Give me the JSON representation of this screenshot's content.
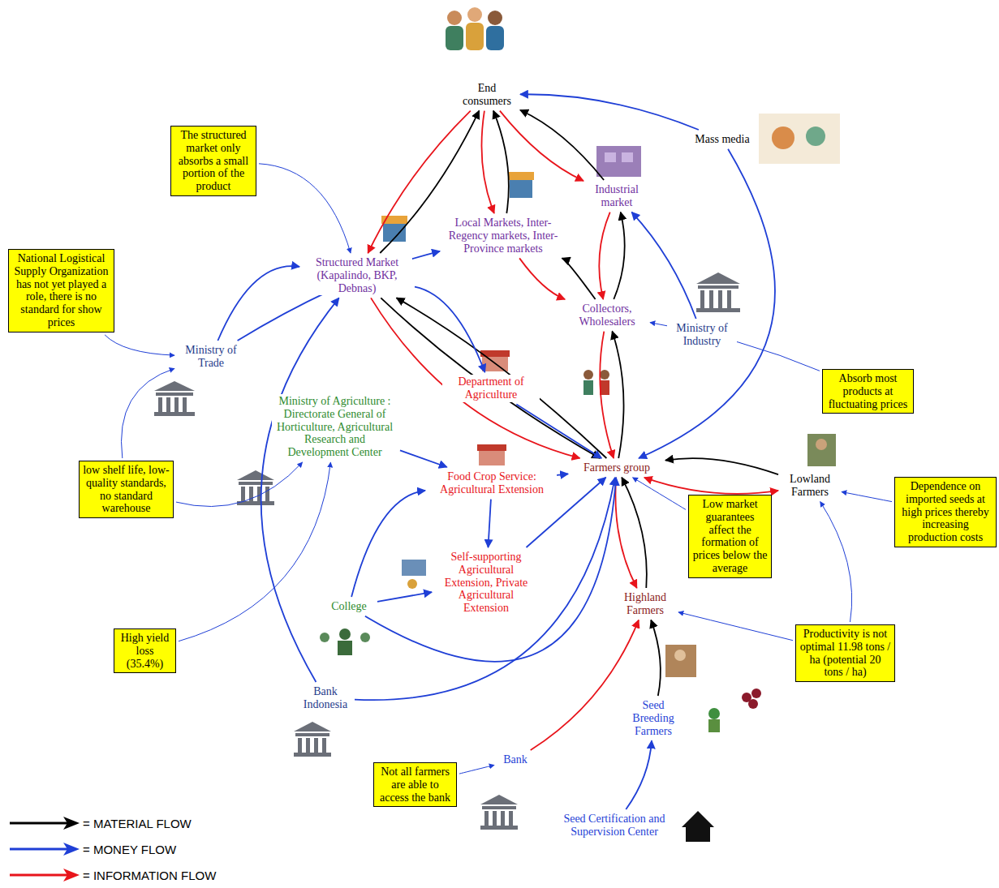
{
  "diagram": {
    "nodes": [
      {
        "text": [
          "End consumers"
        ]
      },
      {
        "text": [
          "Mass media"
        ]
      },
      {
        "text": [
          "Industrial market"
        ]
      },
      {
        "text": [
          "Structured Market (Kapalindo, BKP, Debnas)"
        ]
      },
      {
        "text": [
          "Local Markets, Inter-Regency markets, Inter-Province markets"
        ]
      },
      {
        "text": [
          "Collectors, Wholesalers"
        ]
      },
      {
        "text": [
          "Ministry of Industry"
        ]
      },
      {
        "text": [
          "Ministry of Trade"
        ]
      },
      {
        "text": [
          "Department of Agriculture"
        ]
      },
      {
        "text": [
          "Ministry of Agriculture : Directorate General of Horticulture, Agricultural Research and Development Center"
        ]
      },
      {
        "text": [
          "Food Crop Service: Agricultural Extension"
        ]
      },
      {
        "text": [
          "Farmers group"
        ]
      },
      {
        "text": [
          "Lowland Farmers"
        ]
      },
      {
        "text": [
          "Self-supporting Agricultural Extension, Private Agricultural Extension"
        ]
      },
      {
        "text": [
          "College"
        ]
      },
      {
        "text": [
          "Highland Farmers"
        ]
      },
      {
        "text": [
          "Bank Indonesia"
        ]
      },
      {
        "text": [
          "Seed Breeding Farmers"
        ]
      },
      {
        "text": [
          "Bank"
        ]
      },
      {
        "text": [
          "Seed Certification and Supervision Center"
        ]
      },
      {
        "text": [
          "The structured market only absorbs a small portion of the product"
        ]
      },
      {
        "text": [
          "National Logistical Supply Organization has not yet played a role, there is no standard for show prices"
        ]
      },
      {
        "text": [
          "Absorb most products at fluctuating prices"
        ]
      },
      {
        "text": [
          "low shelf life, low-quality standards, no standard warehouse"
        ]
      },
      {
        "text": [
          "Dependence on imported seeds at high prices thereby increasing production costs"
        ]
      },
      {
        "text": [
          "Low market guarantees affect the formation of prices below the average"
        ]
      },
      {
        "text": [
          "High yield loss (35.4%)"
        ]
      },
      {
        "text": [
          "Productivity is not optimal 11.98 tons / ha (potential 20 tons / ha)"
        ]
      },
      {
        "text": [
          "Not all farmers are able to access the bank"
        ]
      }
    ],
    "edges": [
      {
        "from": 3,
        "to": 0,
        "arrow": "to"
      },
      {
        "from": 0,
        "to": 3,
        "arrow": "to"
      },
      {
        "from": 4,
        "to": 0,
        "arrow": "to"
      },
      {
        "from": 0,
        "to": 4,
        "arrow": "to"
      },
      {
        "from": 2,
        "to": 0,
        "arrow": "to"
      },
      {
        "from": 0,
        "to": 2,
        "arrow": "to"
      },
      {
        "from": 5,
        "to": 4,
        "arrow": "to"
      },
      {
        "from": 4,
        "to": 5,
        "arrow": "to"
      },
      {
        "from": 5,
        "to": 2,
        "arrow": "to"
      },
      {
        "from": 2,
        "to": 5,
        "arrow": "to"
      },
      {
        "from": 11,
        "to": 5,
        "arrow": "to"
      },
      {
        "from": 5,
        "to": 11,
        "arrow": "to"
      },
      {
        "from": 11,
        "to": 3,
        "arrow": "to"
      },
      {
        "from": 3,
        "to": 11,
        "arrow": "to"
      },
      {
        "from": 3,
        "to": 11,
        "arrow": "to"
      },
      {
        "from": 12,
        "to": 11,
        "arrow": "to"
      },
      {
        "from": 11,
        "to": 12,
        "arrow": "both"
      },
      {
        "from": 15,
        "to": 11,
        "arrow": "to"
      },
      {
        "from": 11,
        "to": 15,
        "arrow": "to"
      },
      {
        "from": 17,
        "to": 15,
        "arrow": "to"
      },
      {
        "from": 7,
        "to": 3,
        "arrow": "to"
      },
      {
        "from": 7,
        "to": 4,
        "arrow": "to"
      },
      {
        "from": 6,
        "to": 2,
        "arrow": "to"
      },
      {
        "from": 3,
        "to": 8,
        "arrow": "to"
      },
      {
        "from": 8,
        "to": 11,
        "arrow": "to"
      },
      {
        "from": 9,
        "to": 10,
        "arrow": "to"
      },
      {
        "from": 10,
        "to": 11,
        "arrow": "to"
      },
      {
        "from": 10,
        "to": 13,
        "arrow": "to"
      },
      {
        "from": 13,
        "to": 11,
        "arrow": "to"
      },
      {
        "from": 14,
        "to": 10,
        "arrow": "to"
      },
      {
        "from": 14,
        "to": 13,
        "arrow": "to"
      },
      {
        "from": 14,
        "to": 11,
        "arrow": "to"
      },
      {
        "from": 16,
        "to": 3,
        "arrow": "to"
      },
      {
        "from": 16,
        "to": 11,
        "arrow": "to"
      },
      {
        "from": 1,
        "to": 0,
        "arrow": "to"
      },
      {
        "from": 1,
        "to": 11,
        "arrow": "to"
      },
      {
        "from": 19,
        "to": 17,
        "arrow": "to"
      },
      {
        "from": 18,
        "to": 15,
        "arrow": "to"
      },
      {
        "from": 20,
        "to": 3,
        "arrow": "to"
      },
      {
        "from": 21,
        "to": 7,
        "arrow": "to"
      },
      {
        "from": 22,
        "to": 5,
        "arrow": "to"
      },
      {
        "from": 23,
        "to": 7,
        "arrow": "to"
      },
      {
        "from": 23,
        "to": 9,
        "arrow": "to"
      },
      {
        "from": 24,
        "to": 12,
        "arrow": "to"
      },
      {
        "from": 25,
        "to": 11,
        "arrow": "to"
      },
      {
        "from": 26,
        "to": 9,
        "arrow": "to"
      },
      {
        "from": 27,
        "to": 15,
        "arrow": "to"
      },
      {
        "from": 27,
        "to": 12,
        "arrow": "to"
      },
      {
        "from": 28,
        "to": 18,
        "arrow": "to"
      }
    ],
    "legend": [
      {
        "text": "= MATERIAL FLOW",
        "color": "#000000"
      },
      {
        "text": "= MONEY FLOW",
        "color": "#1f3fd6"
      },
      {
        "text": "= INFORMATION FLOW",
        "color": "#e8141b"
      }
    ]
  }
}
